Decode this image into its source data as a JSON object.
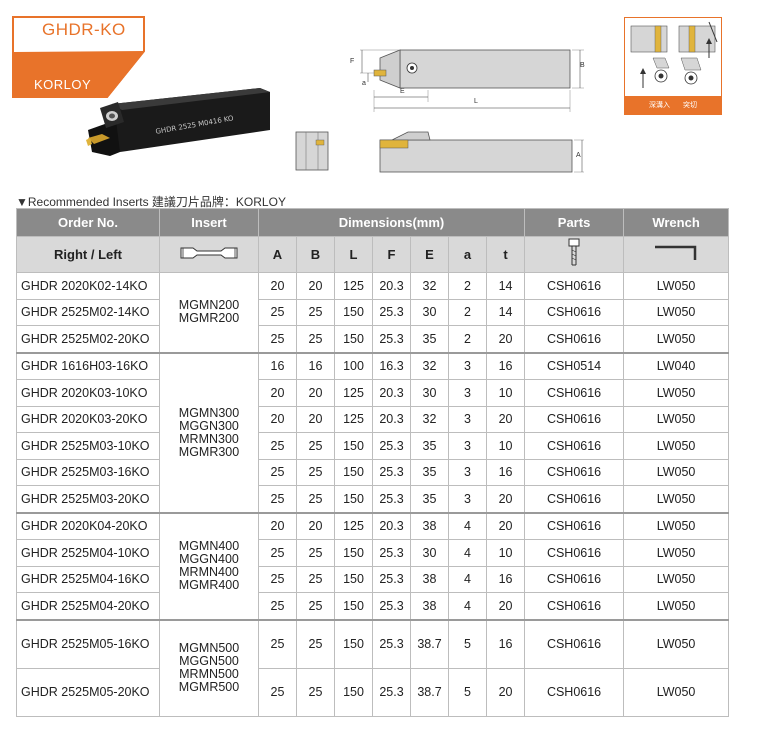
{
  "brand": {
    "model": "GHDR-KO",
    "name": "KORLOY",
    "accent_color": "#e8732a"
  },
  "tool_engraving": "GHDR 2525 M0416  KO",
  "drawing_labels": {
    "B": "B",
    "F": "F",
    "a": "a",
    "E": "E",
    "L": "L",
    "A": "A"
  },
  "application": {
    "left_caption": "深溝入",
    "right_caption": "突切"
  },
  "recommend_text": "▼Recommended Inserts 建議刀片品牌：KORLOY",
  "table": {
    "headers": {
      "order": "Order No.",
      "insert": "Insert",
      "dimensions": "Dimensions(mm)",
      "parts": "Parts",
      "wrench": "Wrench"
    },
    "subheaders": {
      "order": "Right / Left",
      "insert_icon": "insert-icon",
      "A": "A",
      "B": "B",
      "L": "L",
      "F": "F",
      "E": "E",
      "a": "a",
      "t": "t",
      "parts_icon": "screw-icon",
      "wrench_icon": "hex-wrench-icon"
    },
    "groups": [
      {
        "inserts": [
          "MGMN200",
          "MGMR200"
        ],
        "rows": [
          {
            "order": "GHDR 2020K02-14KO",
            "A": "20",
            "B": "20",
            "L": "125",
            "F": "20.3",
            "E": "32",
            "a": "2",
            "t": "14",
            "parts": "CSH0616",
            "wrench": "LW050"
          },
          {
            "order": "GHDR 2525M02-14KO",
            "A": "25",
            "B": "25",
            "L": "150",
            "F": "25.3",
            "E": "30",
            "a": "2",
            "t": "14",
            "parts": "CSH0616",
            "wrench": "LW050"
          },
          {
            "order": "GHDR 2525M02-20KO",
            "A": "25",
            "B": "25",
            "L": "150",
            "F": "25.3",
            "E": "35",
            "a": "2",
            "t": "20",
            "parts": "CSH0616",
            "wrench": "LW050"
          }
        ]
      },
      {
        "inserts": [
          "MGMN300",
          "MGGN300",
          "MRMN300",
          "MGMR300"
        ],
        "rows": [
          {
            "order": "GHDR 1616H03-16KO",
            "A": "16",
            "B": "16",
            "L": "100",
            "F": "16.3",
            "E": "32",
            "a": "3",
            "t": "16",
            "parts": "CSH0514",
            "wrench": "LW040"
          },
          {
            "order": "GHDR 2020K03-10KO",
            "A": "20",
            "B": "20",
            "L": "125",
            "F": "20.3",
            "E": "30",
            "a": "3",
            "t": "10",
            "parts": "CSH0616",
            "wrench": "LW050"
          },
          {
            "order": "GHDR 2020K03-20KO",
            "A": "20",
            "B": "20",
            "L": "125",
            "F": "20.3",
            "E": "32",
            "a": "3",
            "t": "20",
            "parts": "CSH0616",
            "wrench": "LW050"
          },
          {
            "order": "GHDR 2525M03-10KO",
            "A": "25",
            "B": "25",
            "L": "150",
            "F": "25.3",
            "E": "35",
            "a": "3",
            "t": "10",
            "parts": "CSH0616",
            "wrench": "LW050"
          },
          {
            "order": "GHDR 2525M03-16KO",
            "A": "25",
            "B": "25",
            "L": "150",
            "F": "25.3",
            "E": "35",
            "a": "3",
            "t": "16",
            "parts": "CSH0616",
            "wrench": "LW050"
          },
          {
            "order": "GHDR 2525M03-20KO",
            "A": "25",
            "B": "25",
            "L": "150",
            "F": "25.3",
            "E": "35",
            "a": "3",
            "t": "20",
            "parts": "CSH0616",
            "wrench": "LW050"
          }
        ]
      },
      {
        "inserts": [
          "MGMN400",
          "MGGN400",
          "MRMN400",
          "MGMR400"
        ],
        "rows": [
          {
            "order": "GHDR 2020K04-20KO",
            "A": "20",
            "B": "20",
            "L": "125",
            "F": "20.3",
            "E": "38",
            "a": "4",
            "t": "20",
            "parts": "CSH0616",
            "wrench": "LW050"
          },
          {
            "order": "GHDR 2525M04-10KO",
            "A": "25",
            "B": "25",
            "L": "150",
            "F": "25.3",
            "E": "30",
            "a": "4",
            "t": "10",
            "parts": "CSH0616",
            "wrench": "LW050"
          },
          {
            "order": "GHDR 2525M04-16KO",
            "A": "25",
            "B": "25",
            "L": "150",
            "F": "25.3",
            "E": "38",
            "a": "4",
            "t": "16",
            "parts": "CSH0616",
            "wrench": "LW050"
          },
          {
            "order": "GHDR 2525M04-20KO",
            "A": "25",
            "B": "25",
            "L": "150",
            "F": "25.3",
            "E": "38",
            "a": "4",
            "t": "20",
            "parts": "CSH0616",
            "wrench": "LW050"
          }
        ]
      },
      {
        "inserts": [
          "MGMN500",
          "MGGN500",
          "MRMN500",
          "MGMR500"
        ],
        "rows": [
          {
            "order": "GHDR 2525M05-16KO",
            "A": "25",
            "B": "25",
            "L": "150",
            "F": "25.3",
            "E": "38.7",
            "a": "5",
            "t": "16",
            "parts": "CSH0616",
            "wrench": "LW050"
          },
          {
            "order": "GHDR 2525M05-20KO",
            "A": "25",
            "B": "25",
            "L": "150",
            "F": "25.3",
            "E": "38.7",
            "a": "5",
            "t": "20",
            "parts": "CSH0616",
            "wrench": "LW050"
          }
        ]
      }
    ]
  }
}
